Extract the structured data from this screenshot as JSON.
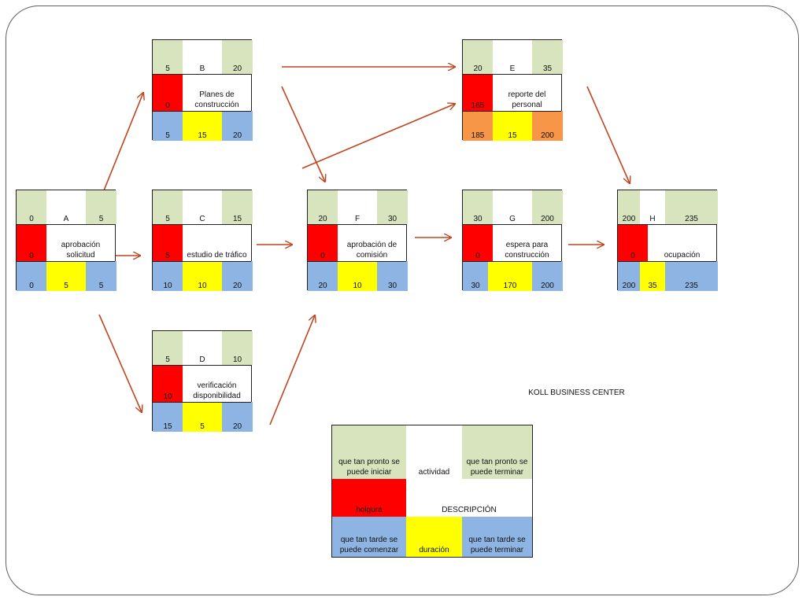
{
  "colors": {
    "early": "#d7e4bd",
    "late": "#8eb4e3",
    "duration": "#ffff00",
    "slack": "#ff0000",
    "critical_late": "#f79646",
    "arrow": "#c0451f",
    "border": "#222222"
  },
  "nodes": [
    {
      "id": "A",
      "es": "0",
      "ef": "5",
      "slack": "0",
      "desc": "aprobación\nsolicitud",
      "ls": "0",
      "dur": "5",
      "lf": "5",
      "late_color": "late"
    },
    {
      "id": "B",
      "es": "5",
      "ef": "20",
      "slack": "0",
      "desc": "Planes de\nconstrucción",
      "ls": "5",
      "dur": "15",
      "lf": "20",
      "late_color": "late"
    },
    {
      "id": "C",
      "es": "5",
      "ef": "15",
      "slack": "5",
      "desc": "estudio de tráfico",
      "ls": "10",
      "dur": "10",
      "lf": "20",
      "late_color": "late"
    },
    {
      "id": "D",
      "es": "5",
      "ef": "10",
      "slack": "10",
      "desc": "verificación\ndisponibilidad",
      "ls": "15",
      "dur": "5",
      "lf": "20",
      "late_color": "late"
    },
    {
      "id": "E",
      "es": "20",
      "ef": "35",
      "slack": "165",
      "desc": "reporte del\npersonal",
      "ls": "185",
      "dur": "15",
      "lf": "200",
      "late_color": "critical_late"
    },
    {
      "id": "F",
      "es": "20",
      "ef": "30",
      "slack": "0",
      "desc": "aprobación de\ncomisión",
      "ls": "20",
      "dur": "10",
      "lf": "30",
      "late_color": "late"
    },
    {
      "id": "G",
      "es": "30",
      "ef": "200",
      "slack": "0",
      "desc": "espera para\nconstrucción",
      "ls": "30",
      "dur": "170",
      "lf": "200",
      "late_color": "late"
    },
    {
      "id": "H",
      "es": "200",
      "ef": "235",
      "slack": "0",
      "desc": "ocupación",
      "ls": "200",
      "dur": "35",
      "lf": "235",
      "late_color": "late"
    }
  ],
  "edges": [
    {
      "from": "A",
      "to": "B"
    },
    {
      "from": "A",
      "to": "C"
    },
    {
      "from": "A",
      "to": "D"
    },
    {
      "from": "B",
      "to": "E"
    },
    {
      "from": "B",
      "to": "F"
    },
    {
      "from": "C",
      "to": "F"
    },
    {
      "from": "D",
      "to": "F"
    },
    {
      "from": "F",
      "to": "E"
    },
    {
      "from": "F",
      "to": "G"
    },
    {
      "from": "E",
      "to": "H"
    },
    {
      "from": "G",
      "to": "H"
    }
  ],
  "company": "KOLL  BUSINESS CENTER",
  "legend": {
    "early_start": "que tan pronto se\npuede iniciar",
    "activity": "actividad",
    "early_finish": "que tan pronto se\npuede terminar",
    "slack": "holgura",
    "description": "DESCRIPCIÓN",
    "late_start": "que tan tarde se\npuede comenzar",
    "duration": "duración",
    "late_finish": "que tan tarde se\npuede terminar"
  }
}
